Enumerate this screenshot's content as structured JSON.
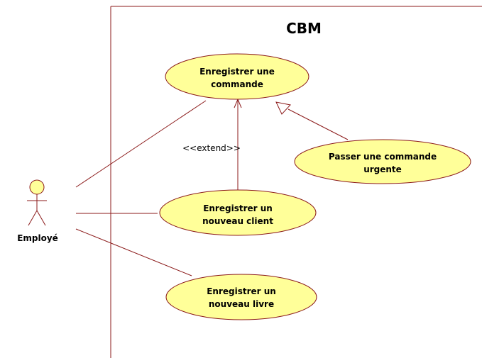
{
  "colors": {
    "line": "#8b1a1a",
    "usecase_fill": "#ffff99",
    "actor_fill": "#ffff99"
  },
  "system": {
    "title": "CBM"
  },
  "actor": {
    "name": "Employé"
  },
  "use_cases": {
    "enregistrer_commande": {
      "line1": "Enregistrer une",
      "line2": "commande"
    },
    "passer_commande_urgente": {
      "line1": "Passer une commande",
      "line2": "urgente"
    },
    "enregistrer_client": {
      "line1": "Enregistrer un",
      "line2": "nouveau client"
    },
    "enregistrer_livre": {
      "line1": "Enregistrer un",
      "line2": "nouveau livre"
    }
  },
  "relations": {
    "extend_label": "<<extend>>"
  }
}
